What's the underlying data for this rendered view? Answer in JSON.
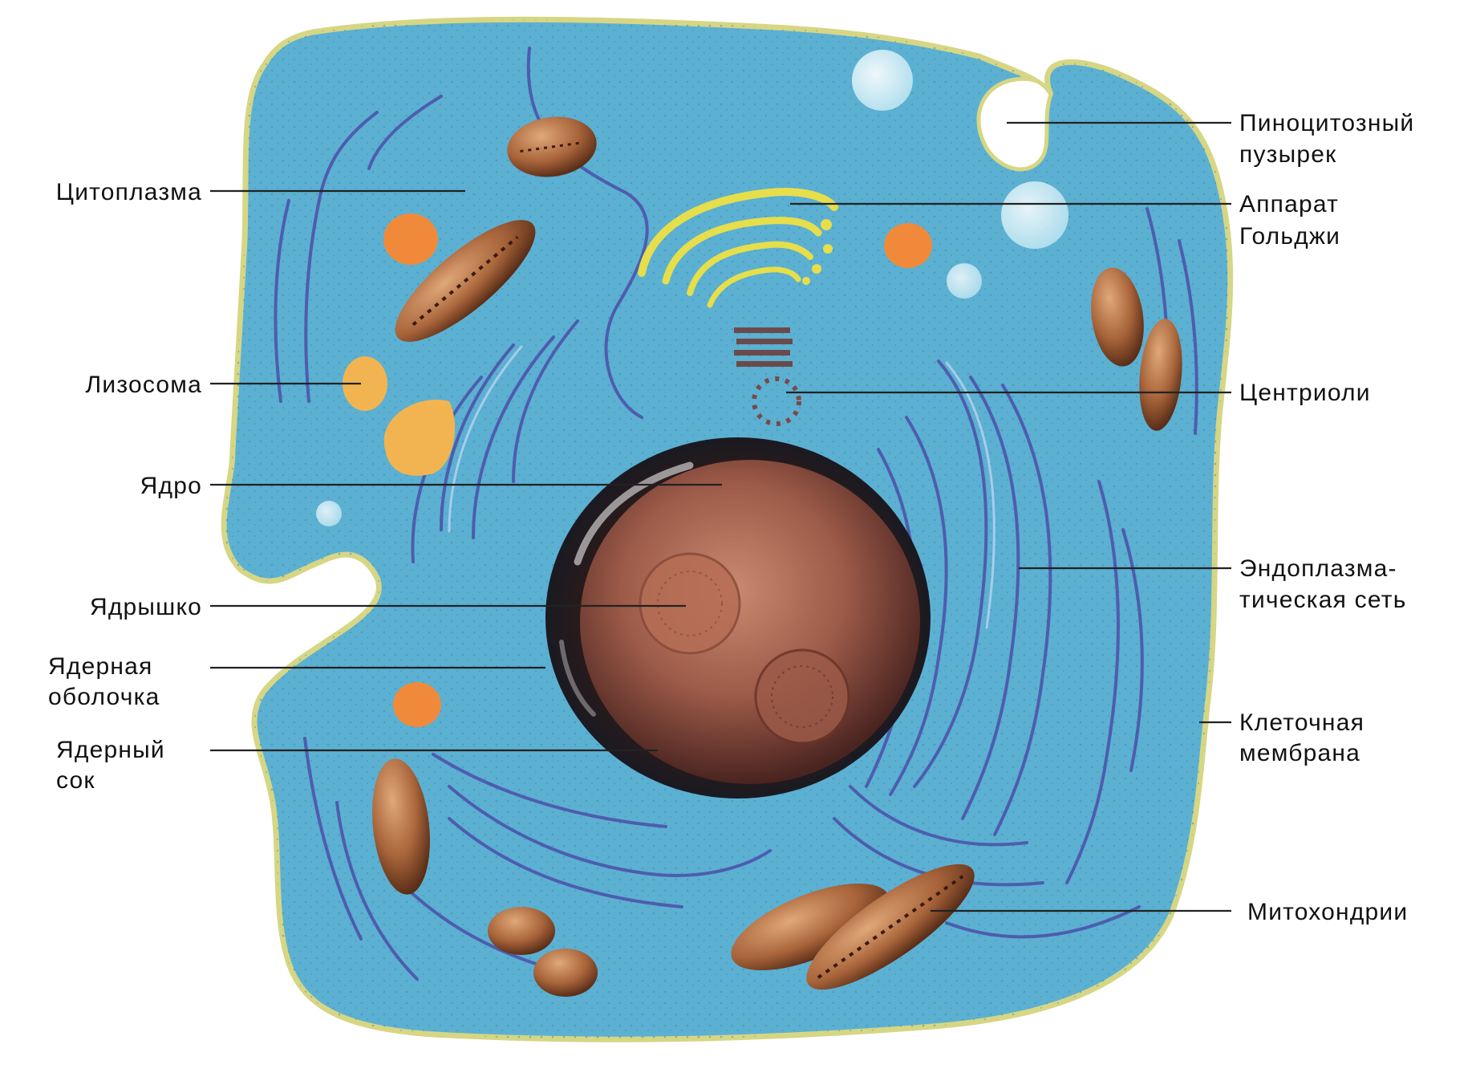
{
  "diagram": {
    "labels": {
      "cytoplasm": "Цитоплазма",
      "lysosome": "Лизосома",
      "nucleus": "Ядро",
      "nucleolus": "Ядрышко",
      "nuclear_envelope_1": "Ядерная",
      "nuclear_envelope_2": "оболочка",
      "nuclear_sap_1": "Ядерный",
      "nuclear_sap_2": "сок",
      "pinocytic_vesicle_1": "Пиноцитозный",
      "pinocytic_vesicle_2": "пузырек",
      "golgi_1": "Аппарат",
      "golgi_2": "Гольджи",
      "centrioles": "Центриоли",
      "er_1": "Эндоплазма-",
      "er_2": "тическая сеть",
      "cell_membrane_1": "Клеточная",
      "cell_membrane_2": "мембрана",
      "mitochondria": "Митохондрии"
    },
    "colors": {
      "cytoplasm": "#5fb3d4",
      "membrane": "#d9d98a",
      "nucleus": "#9a5a4a",
      "mitochondria": "#a8643a",
      "lysosome": "#f08a3a",
      "golgi": "#e6de4a",
      "er": "#4a4fa8"
    }
  }
}
